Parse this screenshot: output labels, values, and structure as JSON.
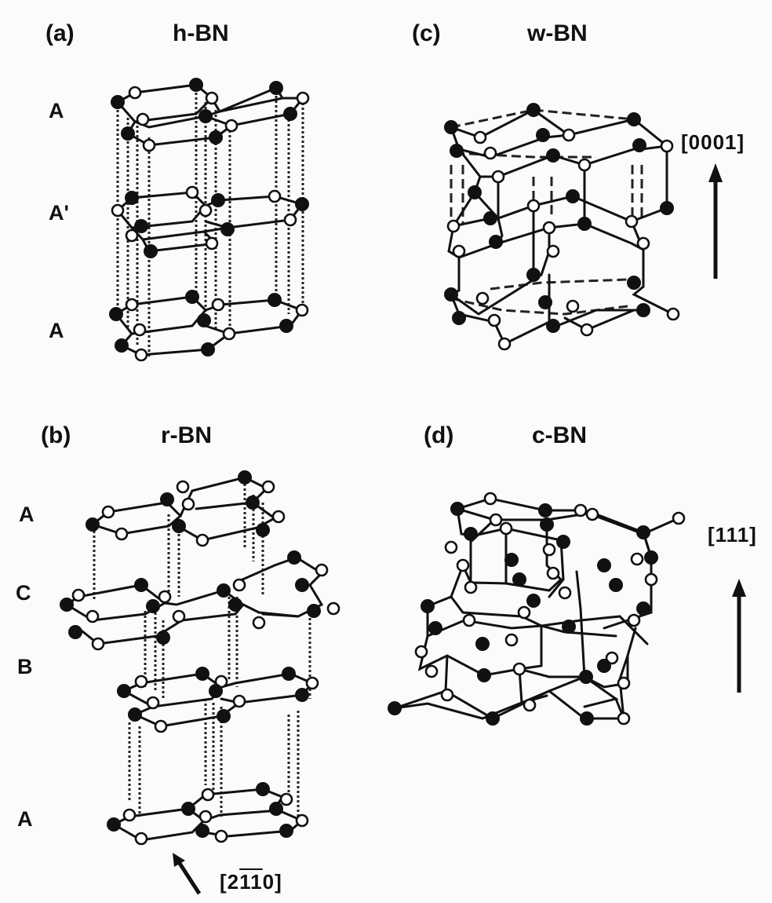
{
  "figure": {
    "background": "#fbfbfb",
    "atom_legend": {
      "filled": "filled black circle",
      "open": "open white circle"
    },
    "panels": [
      {
        "id": "a",
        "panel_label": "(a)",
        "title": "h-BN",
        "layers": [
          "A",
          "A'",
          "A"
        ]
      },
      {
        "id": "b",
        "panel_label": "(b)",
        "title": "r-BN",
        "layers": [
          "A",
          "C",
          "B",
          "A"
        ],
        "direction": {
          "prefix": "[2",
          "bar1": "1",
          "bar2": "1",
          "suffix": "0]",
          "arrow": "up-left"
        }
      },
      {
        "id": "c",
        "panel_label": "(c)",
        "title": "w-BN",
        "direction": {
          "label": "[0001]",
          "arrow": "up"
        }
      },
      {
        "id": "d",
        "panel_label": "(d)",
        "title": "c-BN",
        "direction": {
          "label": "[111]",
          "arrow": "up"
        }
      }
    ]
  }
}
